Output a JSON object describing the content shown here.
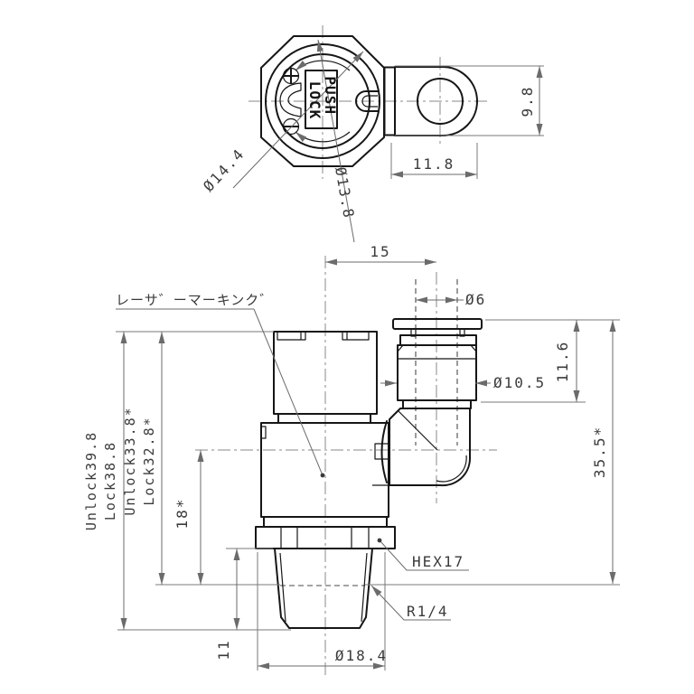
{
  "colors": {
    "outline": "#161616",
    "dim_line": "#6b6b6b",
    "text": "#3a3a3a",
    "background": "#ffffff"
  },
  "top_view": {
    "dia_outer_label": "Ø14.4",
    "dia_inner_label": "Ø13.8",
    "tab_height_dim": "9.8",
    "tab_width_dim": "11.8",
    "button_word_1": "PUSH",
    "button_word_2": "LOCK"
  },
  "front_view": {
    "port_offset_dim": "15",
    "tube_dia_dim": "Ø6",
    "release_height_dim": "11.6",
    "port_dia_dim": "Ø10.5",
    "overall_height_dim": "35.5*",
    "height_unlock_dim": "Unlock39.8",
    "height_lock_dim": "Lock38.8",
    "height_unlock2_dim": "Unlock33.8*",
    "height_lock2_dim": "Lock32.8*",
    "center_height_dim": "18*",
    "thread_length_dim": "11",
    "thread_major_dia_dim": "Ø18.4",
    "hex_label": "HEX17",
    "thread_label": "R1/4",
    "marking_note": "レーサ゛ーマーキンク゛"
  }
}
